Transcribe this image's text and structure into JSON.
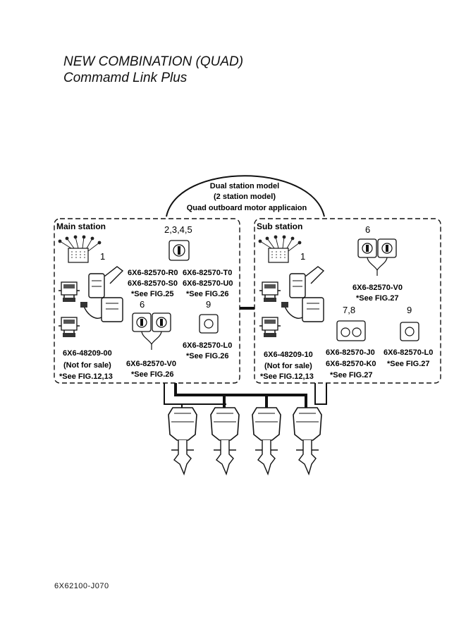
{
  "title": {
    "line1": "NEW COMBINATION (QUAD)",
    "line2": "Commamd Link Plus"
  },
  "dual_station": {
    "line1": "Dual station model",
    "line2": "(2 station model)",
    "line3": "Quad outboard motor applicaion"
  },
  "main_station": {
    "label": "Main station",
    "callout_1": "1",
    "callout_2345": "2,3,4,5",
    "callout_6": "6",
    "callout_9": "9",
    "parts_a": [
      "6X6-82570-R0",
      "6X6-82570-S0",
      "*See FIG.25"
    ],
    "parts_b": [
      "6X6-82570-T0",
      "6X6-82570-U0",
      "*See FIG.26"
    ],
    "parts_v": [
      "6X6-82570-V0",
      "*See FIG.26"
    ],
    "parts_l": [
      "6X6-82570-L0",
      "*See FIG.26"
    ],
    "parts_remote": [
      "6X6-48209-00",
      "(Not for sale)",
      "*See FIG.12,13"
    ]
  },
  "sub_station": {
    "label": "Sub station",
    "callout_1": "1",
    "callout_6": "6",
    "callout_78": "7,8",
    "callout_9": "9",
    "parts_v": [
      "6X6-82570-V0",
      "*See FIG.27"
    ],
    "parts_jk": [
      "6X6-82570-J0",
      "6X6-82570-K0",
      "*See FIG.27"
    ],
    "parts_l": [
      "6X6-82570-L0",
      "*See FIG.27"
    ],
    "parts_remote": [
      "6X6-48209-10",
      "(Not for sale)",
      "*See FIG.12,13"
    ]
  },
  "footer": {
    "code": "6X62100-J070"
  }
}
